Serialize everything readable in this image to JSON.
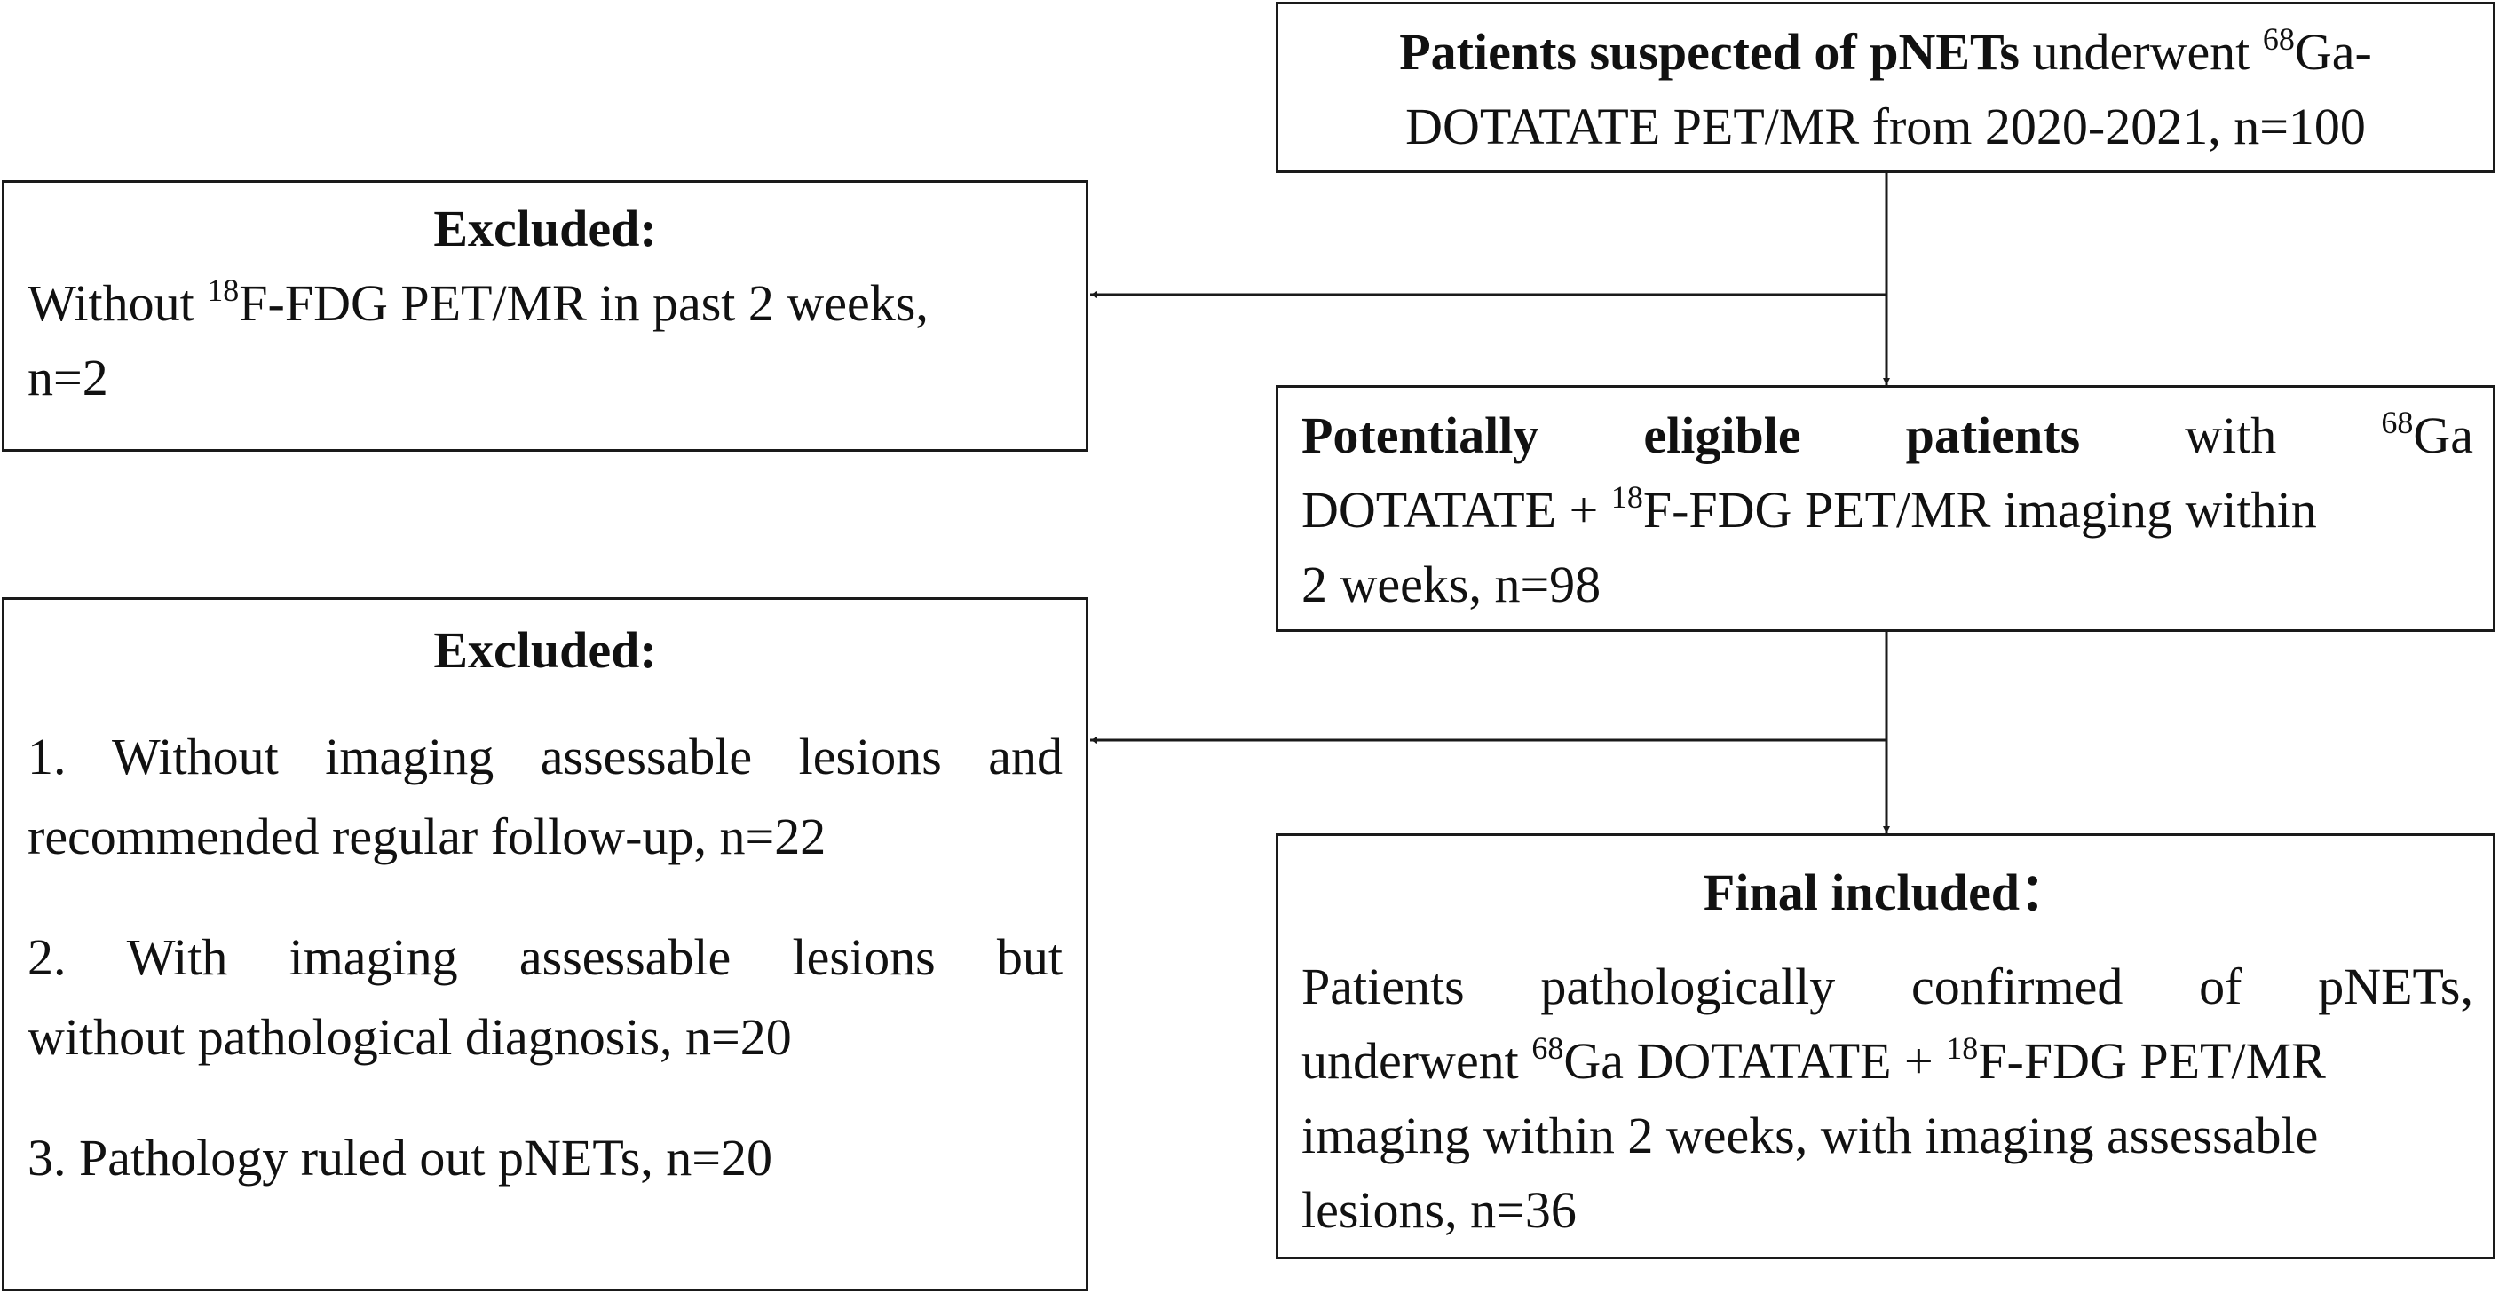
{
  "nodes": {
    "start": {
      "line1_bold": "Patients suspected of pNETs",
      "line1_rest": " underwent ",
      "line1_sup": "68",
      "line1_end": "Ga-",
      "line2": "DOTATATE PET/MR from 2020-2021, n=100"
    },
    "excluded_1": {
      "heading": "Excluded:",
      "line1_pre": "Without ",
      "line1_sup": "18",
      "line1_post": "F-FDG PET/MR in past 2 weeks,",
      "line2": "n=2"
    },
    "eligible": {
      "w1": "Potentially",
      "w2": "eligible",
      "w3": "patients",
      "w4": "with",
      "w5_sup": "68",
      "w5": "Ga",
      "line2_pre": "DOTATATE + ",
      "line2_sup": "18",
      "line2_post": "F-FDG PET/MR imaging within",
      "line3": "2 weeks, n=98"
    },
    "excluded_2": {
      "heading": "Excluded:",
      "item1_line1": "1. Without imaging assessable lesions and",
      "item1_line2": "recommended regular follow-up, n=22",
      "item2_line1": "2. With imaging assessable lesions but",
      "item2_line2": "without pathological diagnosis, n=20",
      "item3": "3. Pathology ruled out pNETs, n=20"
    },
    "final": {
      "heading": "Final included：",
      "line1": "Patients pathologically confirmed of pNETs,",
      "line2_pre": "underwent ",
      "line2_sup1": "68",
      "line2_mid": "Ga DOTATATE + ",
      "line2_sup2": "18",
      "line2_post": "F-FDG PET/MR",
      "line3": "imaging within 2 weeks, with imaging assessable",
      "line4": "lesions, n=36"
    }
  },
  "colors": {
    "line": "#1a1a1a",
    "text": "#111111",
    "background": "#ffffff"
  }
}
